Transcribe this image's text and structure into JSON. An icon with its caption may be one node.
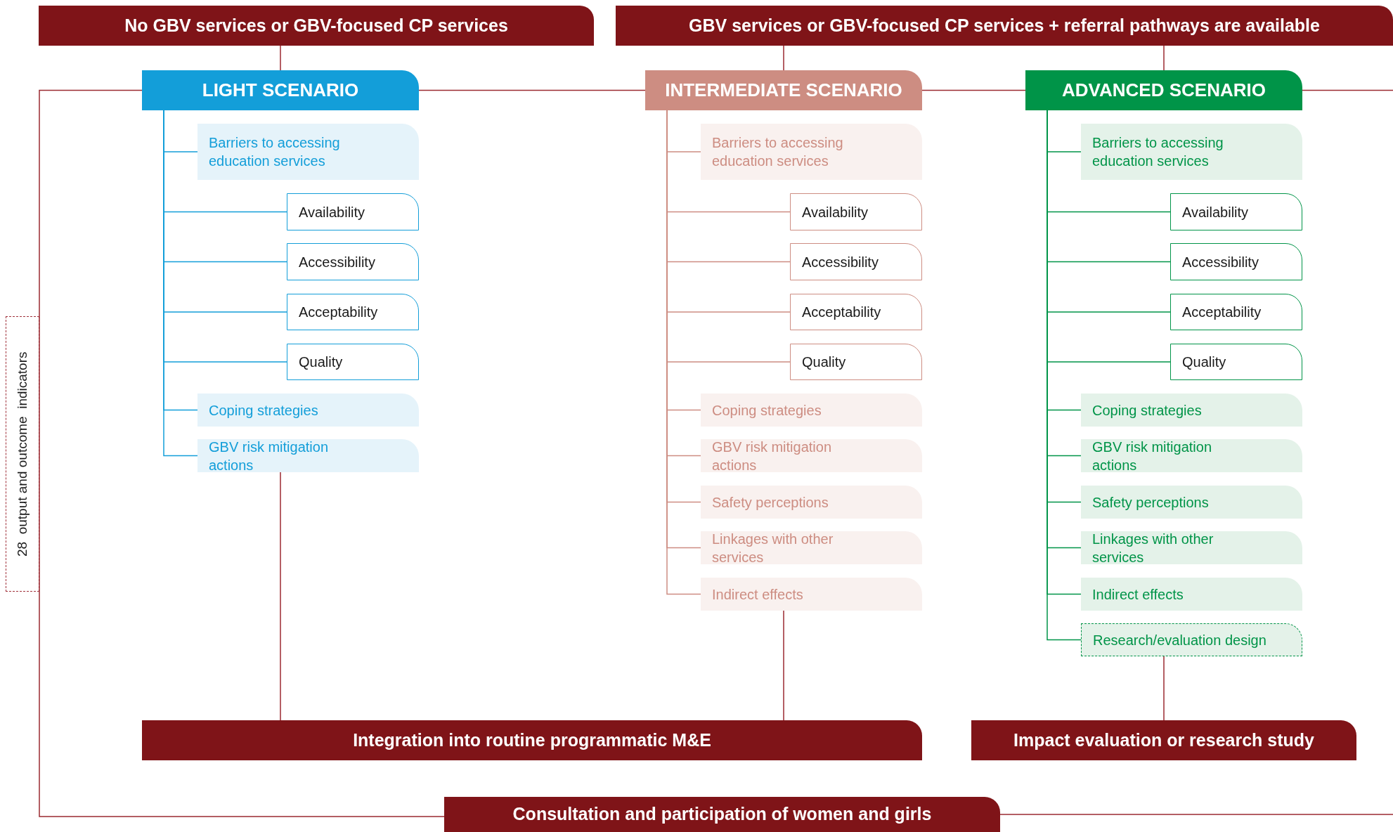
{
  "diagram": {
    "nodes": [
      {
        "text": [
          "No GBV services or GBV-focused CP services"
        ]
      },
      {
        "text": [
          "GBV services or GBV-focused CP services + referral pathways are available"
        ]
      },
      {
        "text": [
          "LIGHT SCENARIO"
        ]
      },
      {
        "text": [
          "Barriers to accessing education services"
        ]
      },
      {
        "text": [
          "Availability"
        ]
      },
      {
        "text": [
          "Accessibility"
        ]
      },
      {
        "text": [
          "Acceptability"
        ]
      },
      {
        "text": [
          "Quality"
        ]
      },
      {
        "text": [
          "Coping strategies"
        ]
      },
      {
        "text": [
          "GBV risk mitigation actions"
        ]
      },
      {
        "text": [
          "INTERMEDIATE SCENARIO"
        ]
      },
      {
        "text": [
          "Barriers to accessing education services"
        ]
      },
      {
        "text": [
          "Availability"
        ]
      },
      {
        "text": [
          "Accessibility"
        ]
      },
      {
        "text": [
          "Acceptability"
        ]
      },
      {
        "text": [
          "Quality"
        ]
      },
      {
        "text": [
          "Coping strategies"
        ]
      },
      {
        "text": [
          "GBV risk mitigation actions"
        ]
      },
      {
        "text": [
          "Safety perceptions"
        ]
      },
      {
        "text": [
          "Linkages with other services"
        ]
      },
      {
        "text": [
          "Indirect effects"
        ]
      },
      {
        "text": [
          "ADVANCED SCENARIO"
        ]
      },
      {
        "text": [
          "Barriers to accessing education services"
        ]
      },
      {
        "text": [
          "Availability"
        ]
      },
      {
        "text": [
          "Accessibility"
        ]
      },
      {
        "text": [
          "Acceptability"
        ]
      },
      {
        "text": [
          "Quality"
        ]
      },
      {
        "text": [
          "Coping strategies"
        ]
      },
      {
        "text": [
          "GBV risk mitigation actions"
        ]
      },
      {
        "text": [
          "Safety perceptions"
        ]
      },
      {
        "text": [
          "Linkages with other services"
        ]
      },
      {
        "text": [
          "Indirect effects"
        ]
      },
      {
        "text": [
          "Research/evaluation design"
        ]
      },
      {
        "text": [
          "Integration into routine programmatic M&E"
        ]
      },
      {
        "text": [
          "Impact evaluation or research study"
        ]
      },
      {
        "text": [
          "Consultation and participation of women and girls"
        ]
      },
      {
        "text": [
          "28  output and outcome  indicators"
        ]
      }
    ],
    "edges": [
      {
        "from": 0,
        "to": 2,
        "arrow": "none"
      },
      {
        "from": 1,
        "to": 10,
        "arrow": "none"
      },
      {
        "from": 1,
        "to": 21,
        "arrow": "none"
      },
      {
        "from": 2,
        "to": 10,
        "arrow": "none"
      },
      {
        "from": 10,
        "to": 21,
        "arrow": "none"
      },
      {
        "from": 2,
        "to": 35,
        "arrow": "none"
      },
      {
        "from": 21,
        "to": null,
        "arrow": "none"
      },
      {
        "from": 35,
        "to": null,
        "arrow": "none"
      },
      {
        "from": 2,
        "to": 3,
        "arrow": "none",
        "color": "#139ed9"
      },
      {
        "from": 2,
        "to": 4,
        "arrow": "none",
        "color": "#139ed9"
      },
      {
        "from": 2,
        "to": 5,
        "arrow": "none",
        "color": "#139ed9"
      },
      {
        "from": 2,
        "to": 6,
        "arrow": "none",
        "color": "#139ed9"
      },
      {
        "from": 2,
        "to": 7,
        "arrow": "none",
        "color": "#139ed9"
      },
      {
        "from": 2,
        "to": 8,
        "arrow": "none",
        "color": "#139ed9"
      },
      {
        "from": 2,
        "to": 9,
        "arrow": "none",
        "color": "#139ed9"
      },
      {
        "from": 10,
        "to": 11,
        "arrow": "none",
        "color": "#cd8d82"
      },
      {
        "from": 10,
        "to": 12,
        "arrow": "none",
        "color": "#cd8d82"
      },
      {
        "from": 10,
        "to": 13,
        "arrow": "none",
        "color": "#cd8d82"
      },
      {
        "from": 10,
        "to": 14,
        "arrow": "none",
        "color": "#cd8d82"
      },
      {
        "from": 10,
        "to": 15,
        "arrow": "none",
        "color": "#cd8d82"
      },
      {
        "from": 10,
        "to": 16,
        "arrow": "none",
        "color": "#cd8d82"
      },
      {
        "from": 10,
        "to": 17,
        "arrow": "none",
        "color": "#cd8d82"
      },
      {
        "from": 10,
        "to": 18,
        "arrow": "none",
        "color": "#cd8d82"
      },
      {
        "from": 10,
        "to": 19,
        "arrow": "none",
        "color": "#cd8d82"
      },
      {
        "from": 10,
        "to": 20,
        "arrow": "none",
        "color": "#cd8d82"
      },
      {
        "from": 21,
        "to": 22,
        "arrow": "none",
        "color": "#009448"
      },
      {
        "from": 21,
        "to": 23,
        "arrow": "none",
        "color": "#009448"
      },
      {
        "from": 21,
        "to": 24,
        "arrow": "none",
        "color": "#009448"
      },
      {
        "from": 21,
        "to": 25,
        "arrow": "none",
        "color": "#009448"
      },
      {
        "from": 21,
        "to": 26,
        "arrow": "none",
        "color": "#009448"
      },
      {
        "from": 21,
        "to": 27,
        "arrow": "none",
        "color": "#009448"
      },
      {
        "from": 21,
        "to": 28,
        "arrow": "none",
        "color": "#009448"
      },
      {
        "from": 21,
        "to": 29,
        "arrow": "none",
        "color": "#009448"
      },
      {
        "from": 21,
        "to": 30,
        "arrow": "none",
        "color": "#009448"
      },
      {
        "from": 21,
        "to": 31,
        "arrow": "none",
        "color": "#009448"
      },
      {
        "from": 21,
        "to": 32,
        "arrow": "none",
        "color": "#009448"
      },
      {
        "from": 9,
        "to": 33,
        "arrow": "none"
      },
      {
        "from": 20,
        "to": 33,
        "arrow": "none"
      },
      {
        "from": 32,
        "to": 34,
        "arrow": "none"
      }
    ]
  }
}
